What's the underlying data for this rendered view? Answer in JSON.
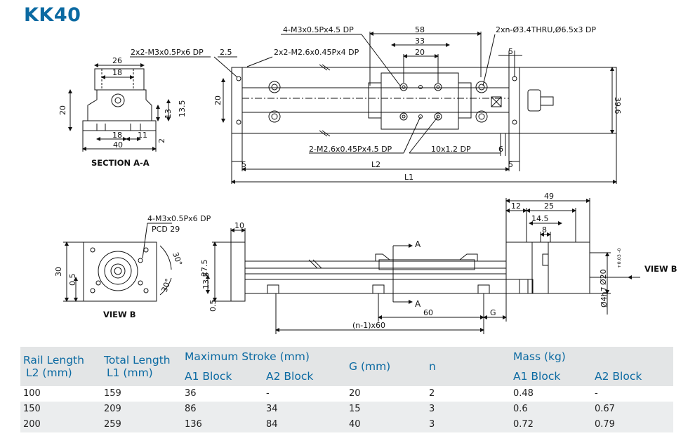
{
  "title": "KK40",
  "labels": {
    "m3x0_5px4_5": "4-M3x0.5Px4.5 DP",
    "nthru": "2xn-Ø3.4THRU,Ø6.5x3 DP",
    "m3x0_5px6_2x2": "2x2-M3x0.5Px6 DP",
    "m2_6x0_45px4_2x2": "2x2-M2.6x0.45Px4 DP",
    "m2_6x0_45px4_5": "2-M2.6x0.45Px4.5 DP",
    "pin10x1_2": "10x1.2 DP",
    "section_aa": "SECTION A-A",
    "m3x0_5px6_4": "4-M3x0.5Px6 DP",
    "pcd": "PCD 29",
    "view_b_1": "VIEW B",
    "view_b_2": "VIEW B",
    "sec_a_top": "A",
    "sec_a_bot": "A",
    "n1x60": "(n-1)x60",
    "phi4h7": "Ø4h7",
    "phi20": "Ø20",
    "phi20_tol": "+0.03 -0"
  },
  "dims": {
    "d58": "58",
    "d33": "33",
    "d20_top": "20",
    "d5_tr": "5",
    "d2_5": "2.5",
    "d26": "26",
    "d18_top": "18",
    "d20_left": "20",
    "d13": "13",
    "d13_5": "13.5",
    "d18_bot": "18",
    "d11": "11",
    "d2": "2",
    "d40": "40",
    "d20_side": "20",
    "d39_6": "39.6",
    "d6": "6",
    "d5_bl": "5",
    "dL2": "L2",
    "d5_br": "5",
    "dL1": "L1",
    "d49": "49",
    "d12": "12",
    "d25": "25",
    "d14_5": "14.5",
    "d8": "8",
    "d10": "10",
    "d30": "30",
    "d0_5a": "0.5",
    "d27_5": "27.5",
    "d13_5b": "13.5",
    "d0_5b": "0.5",
    "d30deg_a": "30°",
    "d30deg_b": "30°",
    "d60": "60",
    "dG": "G"
  },
  "table": {
    "headers": {
      "rail_length": "Rail Length",
      "rail_unit": "L2 (mm)",
      "total_length": "Total Length",
      "total_unit": "L1 (mm)",
      "max_stroke": "Maximum  Stroke (mm)",
      "g": "G (mm)",
      "n": "n",
      "mass": "Mass (kg)",
      "a1_block": "A1 Block",
      "a2_block": "A2 Block",
      "a1_block_m": "A1 Block",
      "a2_block_m": "A2 Block"
    },
    "rows": [
      {
        "l2": "100",
        "l1": "159",
        "a1": "36",
        "a2": "-",
        "g": "20",
        "n": "2",
        "m1": "0.48",
        "m2": "-"
      },
      {
        "l2": "150",
        "l1": "209",
        "a1": "86",
        "a2": "34",
        "g": "15",
        "n": "3",
        "m1": "0.6",
        "m2": "0.67"
      },
      {
        "l2": "200",
        "l1": "259",
        "a1": "136",
        "a2": "84",
        "g": "40",
        "n": "3",
        "m1": "0.72",
        "m2": "0.79"
      }
    ]
  }
}
